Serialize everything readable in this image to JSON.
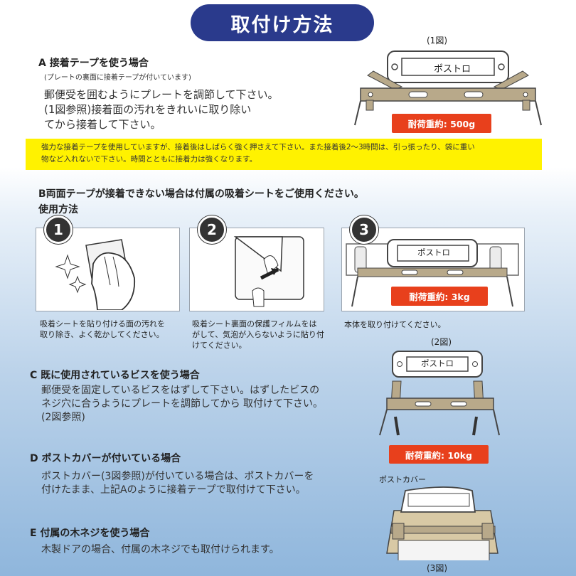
{
  "title": "取付け方法",
  "section_a": {
    "heading": "A 接着テープを使う場合",
    "note": "(プレートの裏面に接着テープが付いています)",
    "lines": [
      "郵便受を囲むようにプレートを調節して下さい。",
      "(1図参照)接着面の汚れをきれいに取り除い",
      "てから接着して下さい。"
    ]
  },
  "fig1": {
    "label": "(1図)",
    "plate_text": "ポストロ",
    "badge": "耐荷重約: 500g"
  },
  "warning": {
    "lines": [
      "強力な接着テープを使用していますが、接着後はしばらく強く押さえて下さい。また接着後2〜3時間は、引っ張ったり、袋に重い",
      "物など入れないで下さい。時間とともに接着力は強くなります。"
    ]
  },
  "section_b": {
    "heading": "B両面テープが接着できない場合は付属の吸着シートをご使用ください。",
    "subheading": "使用方法",
    "steps": [
      {
        "num": "1",
        "caption": [
          "吸着シートを貼り付ける面の汚れを",
          "取り除き、よく乾かしてください。"
        ]
      },
      {
        "num": "2",
        "caption": [
          "吸着シート裏面の保護フィルムをは",
          "がして、気泡が入らないように貼り付",
          "けてください。"
        ]
      },
      {
        "num": "3",
        "caption": [
          "本体を取り付けてください。"
        ],
        "plate_text": "ポストロ",
        "badge": "耐荷重約: 3kg"
      }
    ]
  },
  "fig2": {
    "label": "(2図)",
    "plate_text": "ポストロ",
    "badge": "耐荷重約: 10kg"
  },
  "section_c": {
    "heading": "C 既に使用されているビスを使う場合",
    "lines": [
      "郵便受を固定しているビスをはずして下さい。はずしたビスの",
      "ネジ穴に合うようにプレートを調節してから 取付けて下さい。",
      "(2図参照)"
    ]
  },
  "section_d": {
    "heading": "D ポストカバーが付いている場合",
    "lines": [
      "ポストカバー(3図参照)が付いている場合は、ポストカバーを",
      "付けたまま、上記Aのように接着テープで取付けて下さい。"
    ]
  },
  "fig3": {
    "label": "(3図)",
    "callout": "ポストカバー"
  },
  "section_e": {
    "heading": "E 付属の木ネジを使う場合",
    "lines": [
      "木製ドアの場合、付属の木ネジでも取付けられます。"
    ]
  },
  "colors": {
    "title_bg": "#2a3a8c",
    "badge": "#e8401c",
    "warning_bg": "#fff200"
  }
}
